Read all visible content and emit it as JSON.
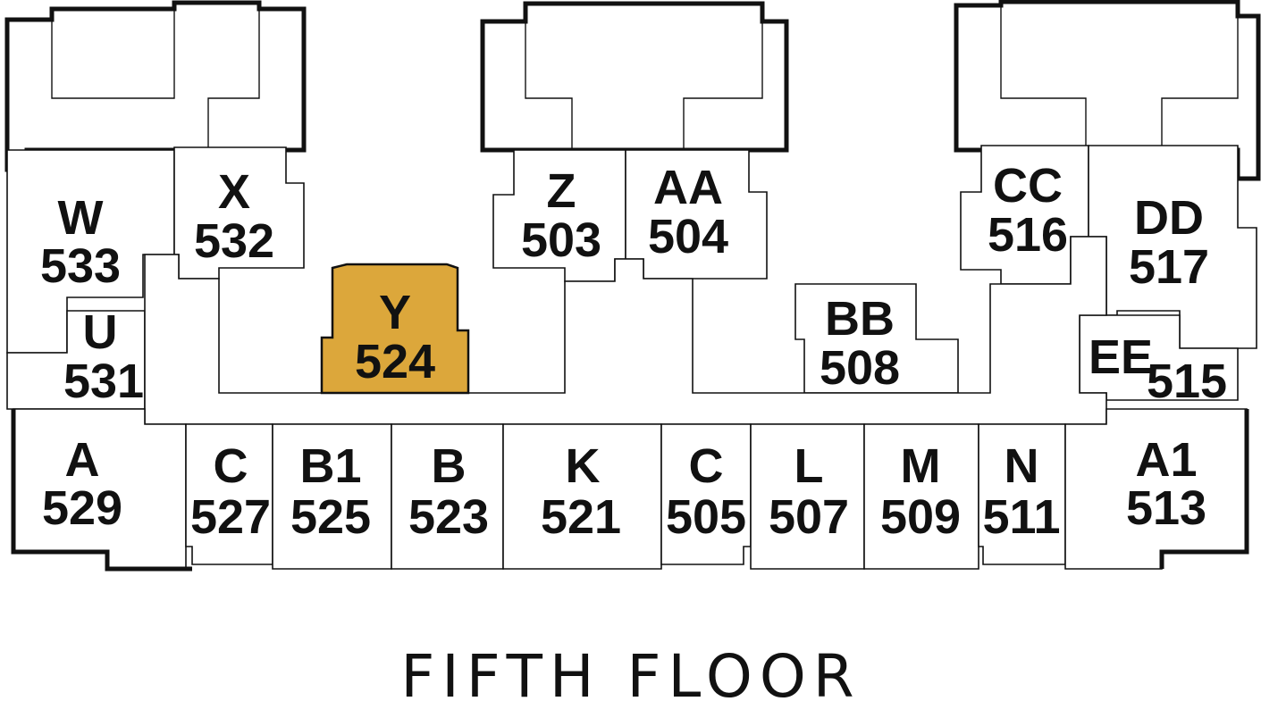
{
  "floor_title": "FIFTH FLOOR",
  "selected_unit": "Y",
  "colors": {
    "selected": "#dca73b",
    "line": "#111111",
    "background": "#ffffff"
  },
  "units": [
    {
      "id": "W",
      "number": "533"
    },
    {
      "id": "X",
      "number": "532"
    },
    {
      "id": "Y",
      "number": "524"
    },
    {
      "id": "Z",
      "number": "503"
    },
    {
      "id": "AA",
      "number": "504"
    },
    {
      "id": "BB",
      "number": "508"
    },
    {
      "id": "CC",
      "number": "516"
    },
    {
      "id": "DD",
      "number": "517"
    },
    {
      "id": "U",
      "number": "531"
    },
    {
      "id": "EE",
      "number": "515"
    },
    {
      "id": "A",
      "number": "529"
    },
    {
      "id": "C",
      "number": "527"
    },
    {
      "id": "B1",
      "number": "525"
    },
    {
      "id": "B",
      "number": "523"
    },
    {
      "id": "K",
      "number": "521"
    },
    {
      "id": "C",
      "number": "505"
    },
    {
      "id": "L",
      "number": "507"
    },
    {
      "id": "M",
      "number": "509"
    },
    {
      "id": "N",
      "number": "511"
    },
    {
      "id": "A1",
      "number": "513"
    }
  ]
}
